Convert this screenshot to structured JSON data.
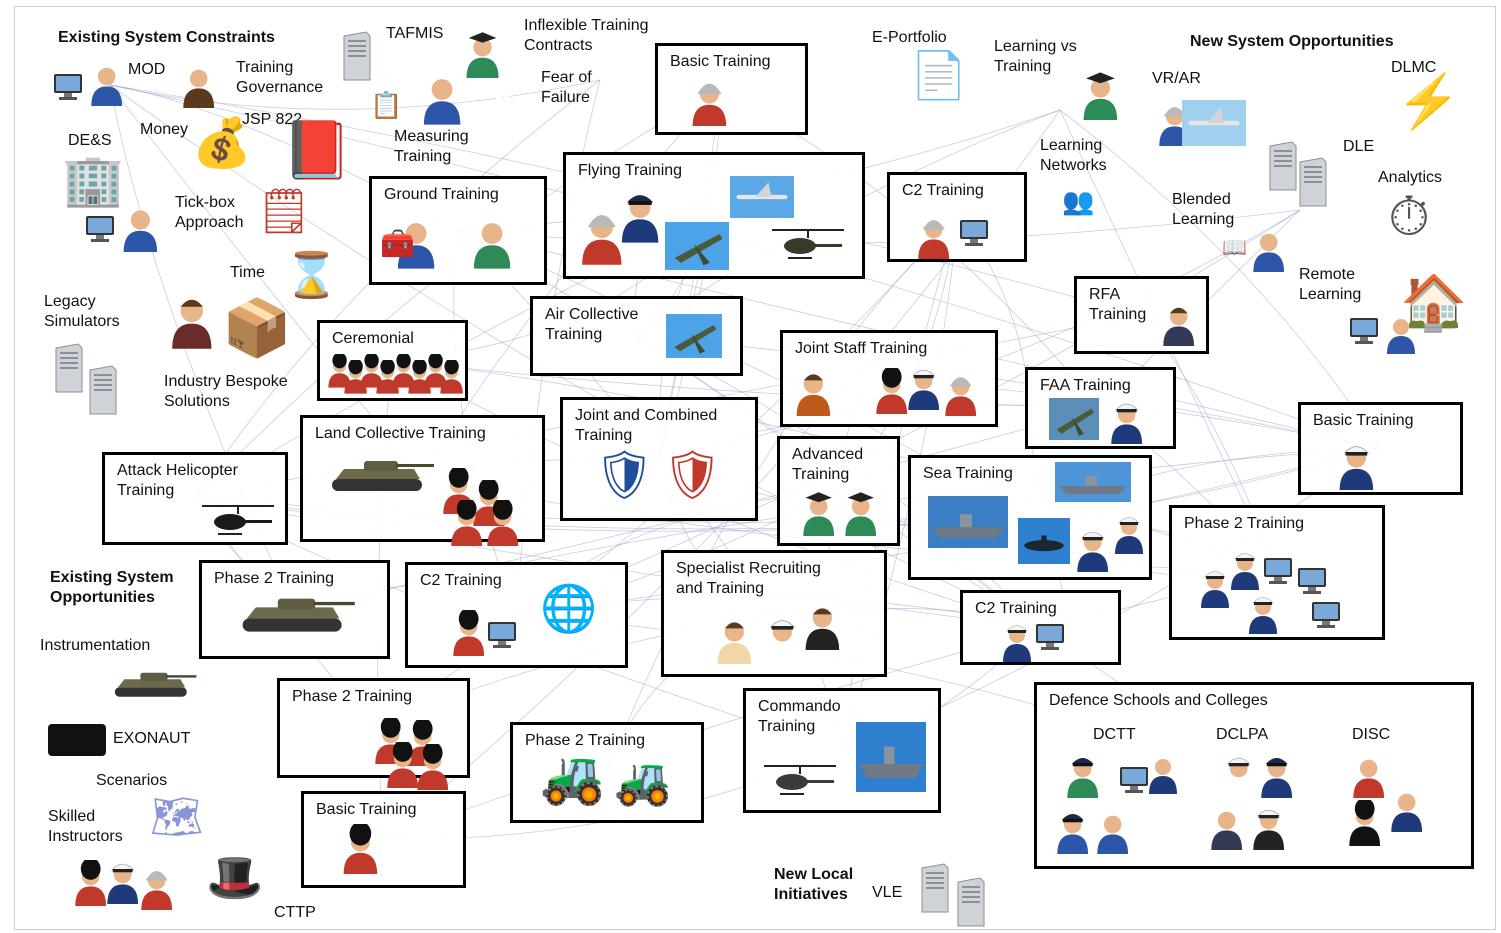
{
  "sections": {
    "existing_constraints": "Existing System Constraints",
    "new_opportunities": "New System Opportunities",
    "existing_opportunities": "Existing System\nOpportunities",
    "new_local": "New Local\nInitiatives"
  },
  "constraints": {
    "mod": "MOD",
    "training_governance": "Training\nGovernance",
    "tafmis": "TAFMIS",
    "inflexible": "Inflexible Training\nContracts",
    "fear": "Fear of\nFailure",
    "des": "DE&S",
    "money": "Money",
    "jsp": "JSP 822",
    "measuring": "Measuring\nTraining",
    "tickbox": "Tick-box\nApproach",
    "time": "Time",
    "legacy": "Legacy\nSimulators",
    "bespoke": "Industry Bespoke\nSolutions"
  },
  "opportunities": {
    "eportfolio": "E-Portfolio",
    "learning_vs": "Learning vs\nTraining",
    "vrar": "VR/AR",
    "dlmc": "DLMC",
    "dle": "DLE",
    "analytics": "Analytics",
    "learning_networks": "Learning\nNetworks",
    "blended": "Blended\nLearning",
    "remote": "Remote\nLearning"
  },
  "existing_opps": {
    "instrumentation": "Instrumentation",
    "exonaut": "EXONAUT",
    "scenarios": "Scenarios",
    "skilled": "Skilled\nInstructors",
    "cttp": "CTTP"
  },
  "local": {
    "vle": "VLE"
  },
  "boxes": {
    "basic_top": "Basic Training",
    "flying": "Flying Training",
    "ground": "Ground Training",
    "c2_top": "C2 Training",
    "air_collective": "Air Collective\nTraining",
    "ceremonial": "Ceremonial",
    "joint_staff": "Joint Staff Training",
    "rfa": "RFA\nTraining",
    "faa": "FAA Training",
    "land_collective": "Land Collective Training",
    "joint_combined": "Joint and Combined\nTraining",
    "advanced": "Advanced\nTraining",
    "sea": "Sea Training",
    "basic_right": "Basic Training",
    "attack_heli": "Attack Helicopter\nTraining",
    "phase2_right": "Phase 2 Training",
    "phase2_left": "Phase 2 Training",
    "c2_mid": "C2 Training",
    "specialist": "Specialist Recruiting\nand Training",
    "c2_right": "C2 Training",
    "phase2_lower": "Phase 2 Training",
    "commando": "Commando\nTraining",
    "phase2_bottom": "Phase 2 Training",
    "defence_schools": "Defence Schools and Colleges",
    "basic_bottom": "Basic Training"
  },
  "schools": {
    "dctt": "DCTT",
    "dclpa": "DCLPA",
    "disc": "DISC"
  },
  "colors": {
    "box_border": "#000000",
    "link": "#9aa4c8",
    "uniform_red": "#c0392b",
    "navy": "#1f3a7a",
    "sky": "#3a8fd8"
  }
}
